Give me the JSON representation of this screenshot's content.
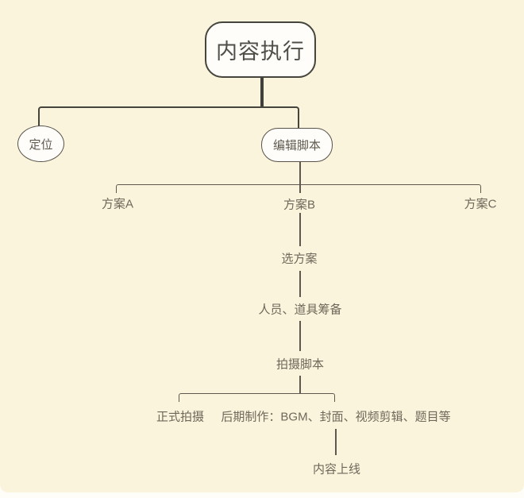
{
  "nodes": {
    "root": "内容执行",
    "positioning": "定位",
    "edit_script": "编辑脚本",
    "plan_a": "方案A",
    "plan_b": "方案B",
    "plan_c": "方案C",
    "select_plan": "选方案",
    "prep": "人员、道具筹备",
    "shooting_script": "拍摄脚本",
    "formal_shooting": "正式拍摄",
    "post_production": "后期制作：BGM、封面、视频剪辑、题目等",
    "content_launch": "内容上线"
  },
  "colors": {
    "background": "#fbf4dc",
    "node_fill": "#fefdf9",
    "primary_line": "#45443d",
    "secondary_line": "#5e584e",
    "label_text": "#6f675a",
    "root_text": "#4f4e47"
  }
}
